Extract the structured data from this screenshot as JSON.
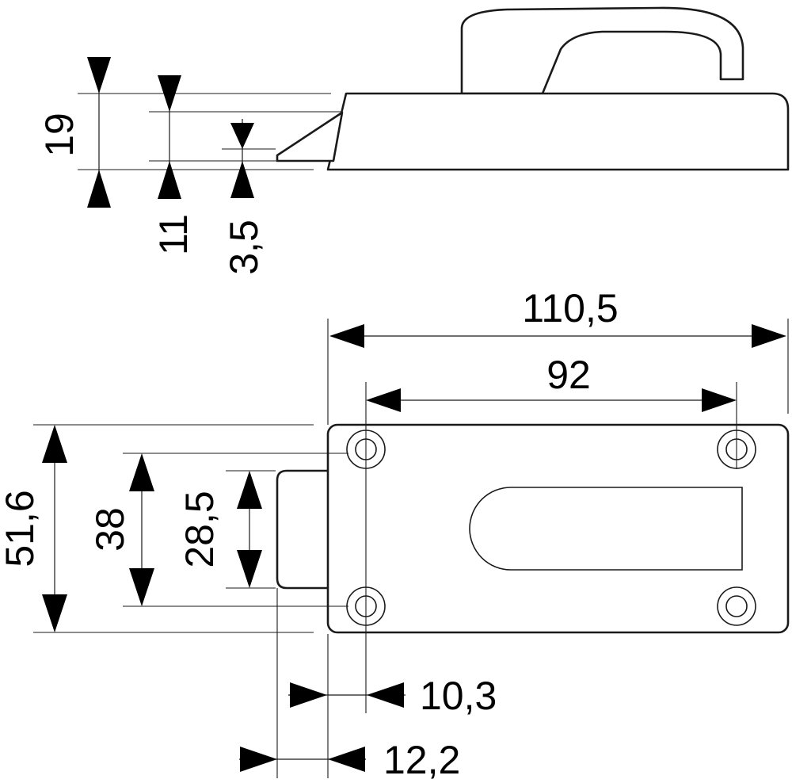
{
  "dimensions": {
    "overall_length": "110,5",
    "hole_spacing_horizontal": "92",
    "overall_width": "51,6",
    "hole_spacing_vertical": "38",
    "bolt_width": "28,5",
    "hole_offset_from_edge": "10,3",
    "bolt_projection": "12,2",
    "side_height": "19",
    "side_body_height": "11",
    "bolt_tip_height": "3,5"
  },
  "colors": {
    "line": "#1a1a1a",
    "background": "#ffffff"
  }
}
